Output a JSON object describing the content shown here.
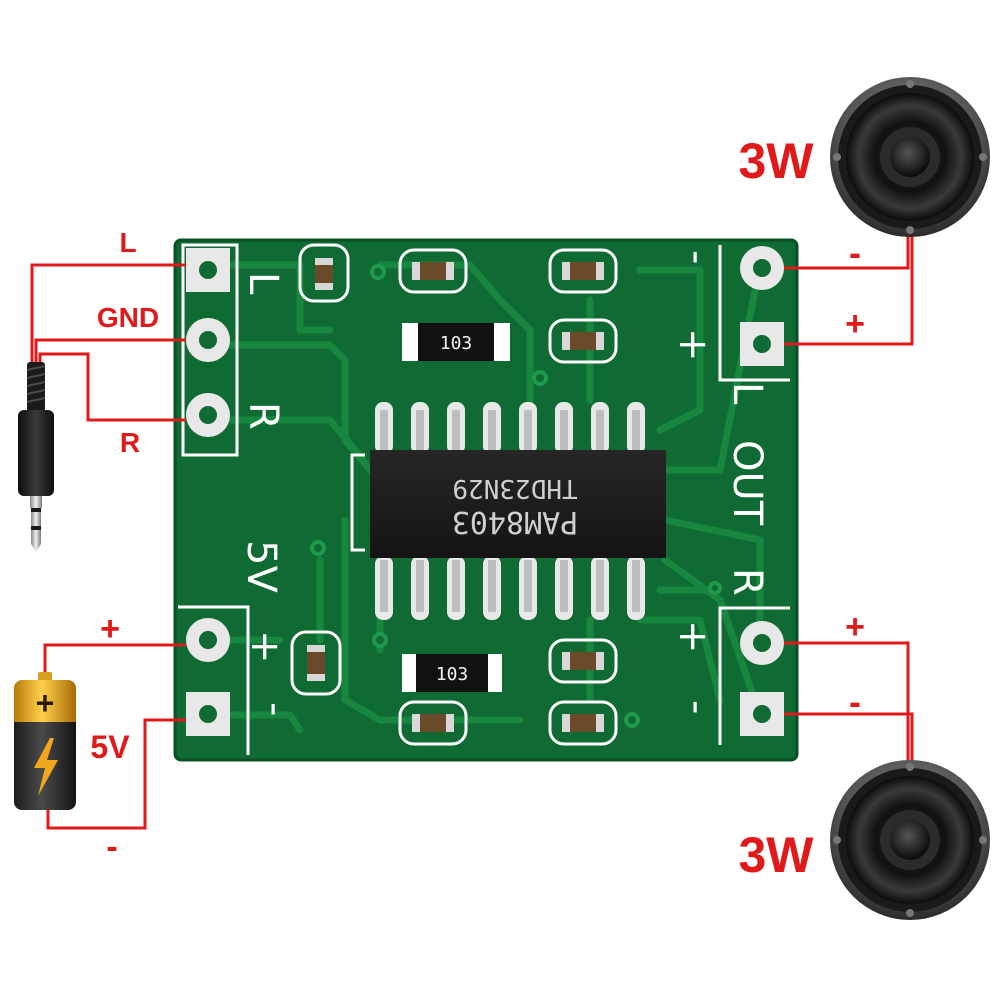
{
  "input": {
    "left_label": "L",
    "ground_label": "GND",
    "right_label": "R"
  },
  "power": {
    "plus_label": "+",
    "minus_label": "-",
    "voltage_label": "5V"
  },
  "speakers": {
    "top_power_label": "3W",
    "bottom_power_label": "3W",
    "top_minus_label": "-",
    "top_plus_label": "+",
    "bottom_plus_label": "+",
    "bottom_minus_label": "-"
  },
  "board": {
    "chip_line1": "PAM8403",
    "chip_line2": "THD23N29",
    "resistor_top": "103",
    "resistor_bottom": "103",
    "silk_input_l": "L",
    "silk_input_r": "R",
    "silk_5v": "5V",
    "silk_plus_power": "+",
    "silk_minus_power": "-",
    "silk_out_l": "L",
    "silk_out": "OUT",
    "silk_out_r": "R",
    "silk_out_minus_top": "-",
    "silk_out_plus_top": "+",
    "silk_out_plus_bottom": "+",
    "silk_out_minus_bottom": "-"
  },
  "colors": {
    "pcb": "#0f6b33",
    "trace": "#14833f",
    "wire": "#e01a1a",
    "chip": "#1b1b1b",
    "pad": "#e8e8e8"
  }
}
